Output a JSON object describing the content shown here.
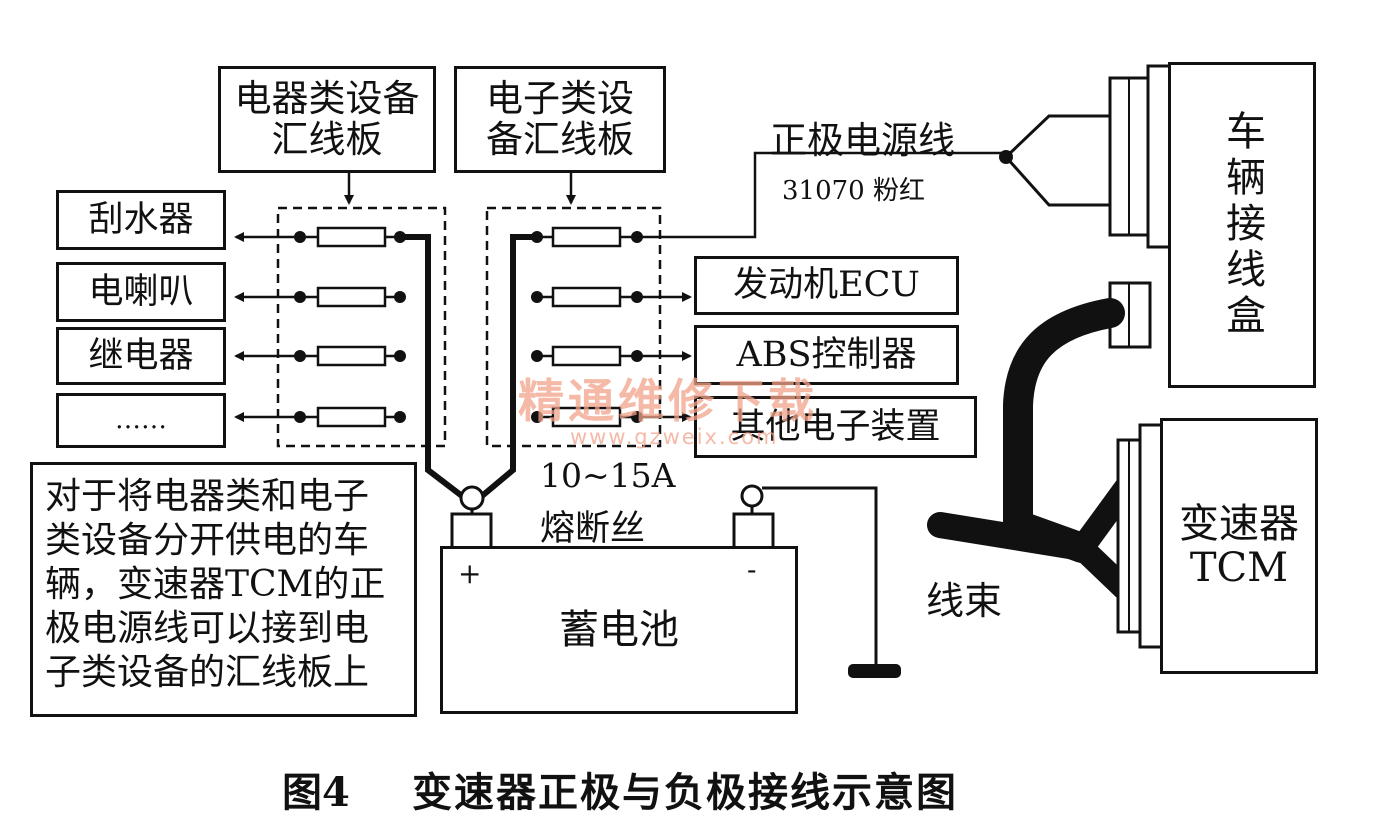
{
  "bus_boxes": {
    "electrical": "电器类设备汇线板",
    "electronic": "电子类设备汇线板"
  },
  "loads_left": [
    "刮水器",
    "电喇叭",
    "继电器",
    "……"
  ],
  "loads_right": [
    "发动机ECU",
    "ABS控制器",
    "其他电子装置"
  ],
  "positive_wire": {
    "name": "正极电源线",
    "code": "31070 粉红"
  },
  "junction_box": "车辆接线盒",
  "tcm": "变速器TCM",
  "harness": "线束",
  "fuse": {
    "rating": "10~15A",
    "name": "熔断丝"
  },
  "battery": {
    "name": "蓄电池",
    "plus": "+",
    "minus": "-"
  },
  "note": "对于将电器类和电子类设备分开供电的车辆，变速器TCM的正极电源线可以接到电子类设备的汇线板上",
  "caption": {
    "fig": "图4",
    "title": "变速器正极与负极接线示意图"
  },
  "watermark": {
    "cn": "精通维修下载",
    "url": "www.gzweix.com"
  }
}
